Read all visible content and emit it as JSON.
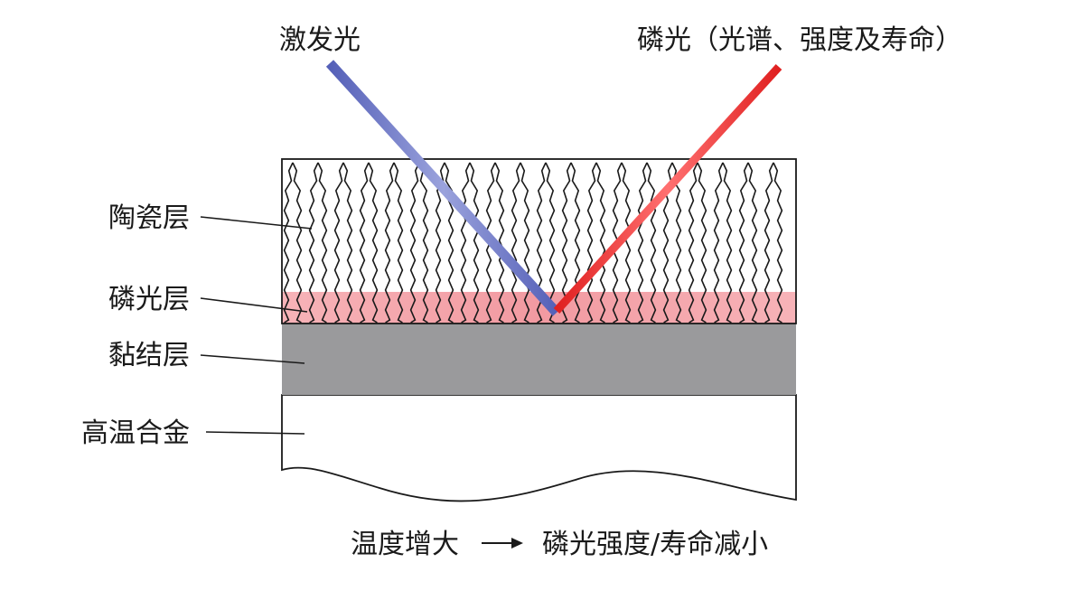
{
  "labels": {
    "excitation": "激发光",
    "phosphorescence": "磷光（光谱、强度及寿命）",
    "ceramic_layer": "陶瓷层",
    "phosphor_layer": "磷光层",
    "bond_layer": "黏结层",
    "superalloy": "高温合金",
    "relation_left": "温度增大",
    "relation_right": "磷光强度/寿命减小"
  },
  "colors": {
    "excitation_beam": "#6f78c4",
    "phosphor_beam": "#ee3a3a",
    "phosphor_layer": "#f6a8ae",
    "bond_layer": "#9a9a9c",
    "outline": "#1a1a1a"
  }
}
